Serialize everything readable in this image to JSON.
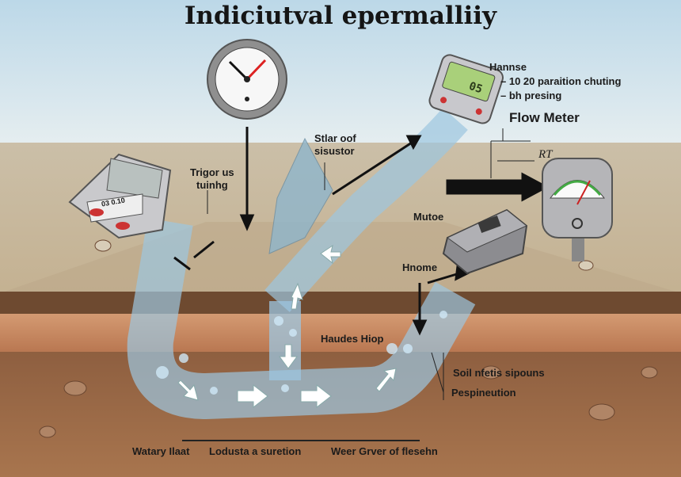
{
  "title": "Indiciutval epermalliiy",
  "labels": {
    "handheld_name": "Hannse",
    "handheld_line1": "10 20 paraition chuting",
    "handheld_line2": "bh presing",
    "flow_meter": "Flow Meter",
    "rt": "RT",
    "stlar_line1": "Stlar oof",
    "stlar_line2": "sisustor",
    "trigor_line1": "Trigor us",
    "trigor_line2": "tuinhg",
    "mutoe": "Mutoe",
    "hnome": "Hnome",
    "haudes": "Haudes Hiop",
    "soil": "Soil nfetis sipouns",
    "pespin": "Pespineution"
  },
  "bottom_labels": [
    "Watary Ilaat",
    "Lodusta a suretion",
    "Weer Grver of flesehn"
  ],
  "devices": {
    "handheld_display": "05",
    "console_display": "03 0.10"
  },
  "colors": {
    "sky": "#cfe3ee",
    "ground": "#c9b79a",
    "clay": "#c98a62",
    "rock": "#8a5e40",
    "water": "#9cc6e0"
  }
}
